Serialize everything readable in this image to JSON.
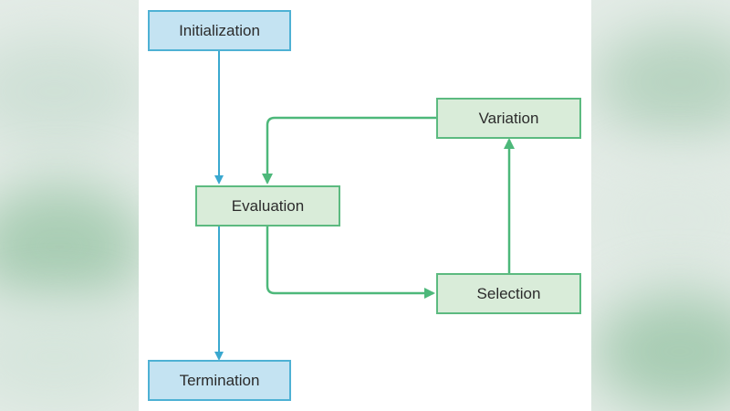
{
  "diagram": {
    "nodes": {
      "initialization": "Initialization",
      "evaluation": "Evaluation",
      "termination": "Termination",
      "variation": "Variation",
      "selection": "Selection"
    },
    "colors": {
      "blue_fill": "#c4e3f2",
      "blue_stroke": "#4eb1d4",
      "green_fill": "#d9ecd9",
      "green_stroke": "#5cba80",
      "blue_arrow": "#3aa8cf",
      "green_arrow": "#4db87a"
    }
  }
}
